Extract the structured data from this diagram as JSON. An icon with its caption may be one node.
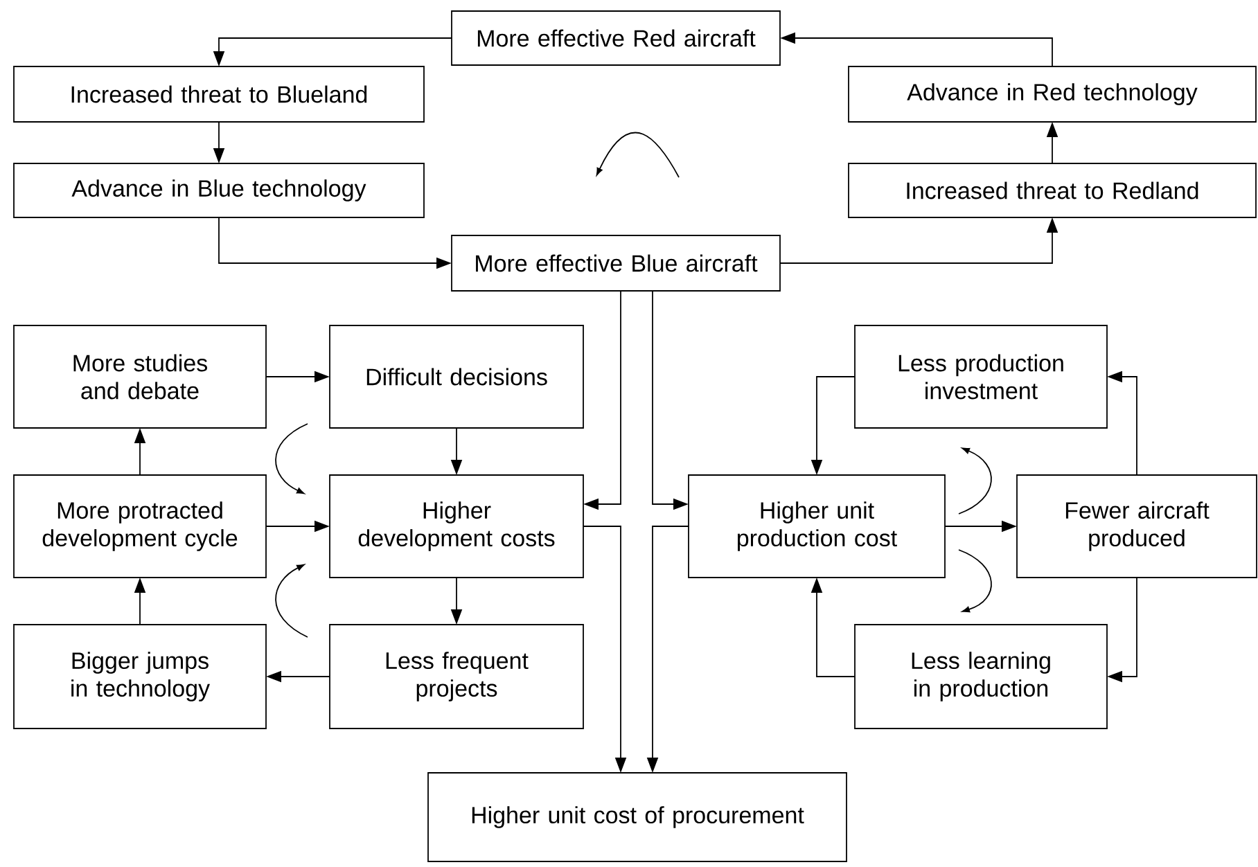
{
  "diagram": {
    "nodes": [
      {
        "text": [
          "More effective Red aircraft"
        ]
      },
      {
        "text": [
          "Increased threat to Blueland"
        ]
      },
      {
        "text": [
          "Advance in Blue technology"
        ]
      },
      {
        "text": [
          "Advance in Red technology"
        ]
      },
      {
        "text": [
          "Increased threat to Redland"
        ]
      },
      {
        "text": [
          "More effective Blue aircraft"
        ]
      },
      {
        "text": [
          "More studies and debate"
        ]
      },
      {
        "text": [
          "Difficult decisions"
        ]
      },
      {
        "text": [
          "More protracted development cycle"
        ]
      },
      {
        "text": [
          "Higher development costs"
        ]
      },
      {
        "text": [
          "Bigger jumps in technology"
        ]
      },
      {
        "text": [
          "Less frequent projects"
        ]
      },
      {
        "text": [
          "Less production investment"
        ]
      },
      {
        "text": [
          "Higher unit production cost"
        ]
      },
      {
        "text": [
          "Fewer aircraft produced"
        ]
      },
      {
        "text": [
          "Less learning in production"
        ]
      },
      {
        "text": [
          "Higher unit cost of procurement"
        ]
      }
    ],
    "edges": [
      {
        "from": 0,
        "to": 1,
        "arrow": "to"
      },
      {
        "from": 1,
        "to": 2,
        "arrow": "to"
      },
      {
        "from": 2,
        "to": 5,
        "arrow": "to"
      },
      {
        "from": 5,
        "to": 4,
        "arrow": "to"
      },
      {
        "from": 4,
        "to": 3,
        "arrow": "to"
      },
      {
        "from": 3,
        "to": 0,
        "arrow": "to"
      },
      {
        "from": 5,
        "to": 9,
        "arrow": "to"
      },
      {
        "from": 5,
        "to": 13,
        "arrow": "to"
      },
      {
        "from": 9,
        "to": 16,
        "arrow": "to"
      },
      {
        "from": 13,
        "to": 16,
        "arrow": "to"
      },
      {
        "from": 6,
        "to": 7,
        "arrow": "to"
      },
      {
        "from": 7,
        "to": 9,
        "arrow": "to"
      },
      {
        "from": 8,
        "to": 6,
        "arrow": "to"
      },
      {
        "from": 8,
        "to": 9,
        "arrow": "to"
      },
      {
        "from": 9,
        "to": 11,
        "arrow": "to"
      },
      {
        "from": 11,
        "to": 10,
        "arrow": "to"
      },
      {
        "from": 10,
        "to": 8,
        "arrow": "to"
      },
      {
        "from": 12,
        "to": 13,
        "arrow": "to"
      },
      {
        "from": 13,
        "to": 14,
        "arrow": "to"
      },
      {
        "from": 14,
        "to": 12,
        "arrow": "to"
      },
      {
        "from": 14,
        "to": 15,
        "arrow": "to"
      },
      {
        "from": 15,
        "to": 13,
        "arrow": "to"
      }
    ]
  }
}
